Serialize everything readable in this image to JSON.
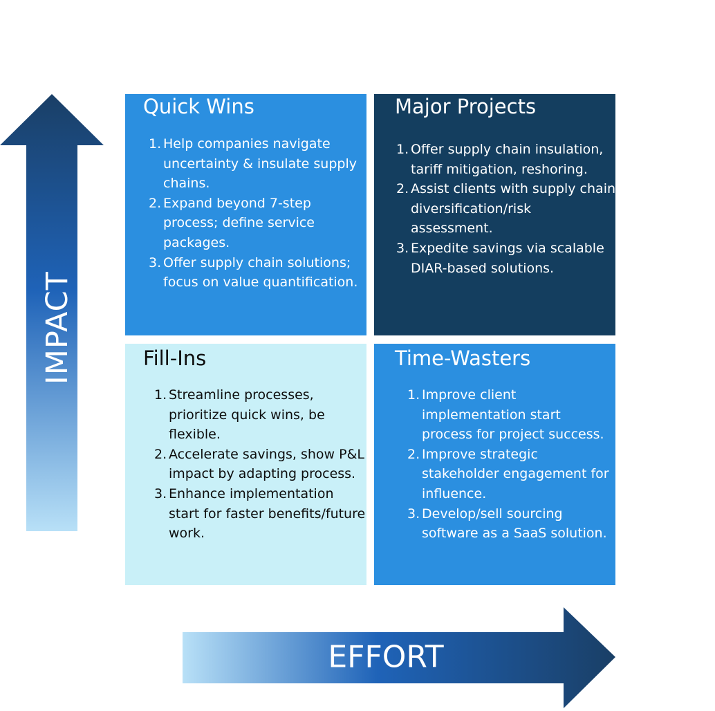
{
  "axes": {
    "vertical_label": "IMPACT",
    "horizontal_label": "EFFORT"
  },
  "quadrants": {
    "quick_wins": {
      "title": "Quick Wins",
      "items": [
        {
          "num": "1.",
          "text": "Help companies navigate uncertainty & insulate supply chains."
        },
        {
          "num": "2.",
          "text": "Expand beyond 7-step process; define service packages."
        },
        {
          "num": "3.",
          "text": "Offer supply chain solutions; focus on value quantification."
        }
      ]
    },
    "major_projects": {
      "title": "Major Projects",
      "items": [
        {
          "num": "1.",
          "text": "Offer supply chain insulation, tariff mitigation, reshoring."
        },
        {
          "num": "2.",
          "text": "Assist clients with supply chain diversification/risk assessment."
        },
        {
          "num": "3.",
          "text": "Expedite savings via scalable DIAR-based solutions."
        }
      ]
    },
    "fill_ins": {
      "title": "Fill-Ins",
      "items": [
        {
          "num": "1.",
          "text": "Streamline processes, prioritize quick wins, be flexible."
        },
        {
          "num": "2.",
          "text": "Accelerate savings, show P&L impact by adapting process."
        },
        {
          "num": "3.",
          "text": "Enhance implementation start for faster benefits/future work."
        }
      ]
    },
    "time_wasters": {
      "title": "Time-Wasters",
      "items": [
        {
          "num": "1.",
          "text": "Improve client implementation start process for project success."
        },
        {
          "num": "2.",
          "text": "Improve strategic stakeholder engagement for influence."
        },
        {
          "num": "3.",
          "text": "Develop/sell sourcing software as a SaaS solution."
        }
      ]
    }
  },
  "colors": {
    "light_blue": "#2b8fe0",
    "navy": "#143e5f",
    "pale_cyan": "#c9f0f8",
    "arrow_dark": "#1a3f66",
    "arrow_mid": "#1f63b8",
    "arrow_light": "#b8e0f7"
  }
}
